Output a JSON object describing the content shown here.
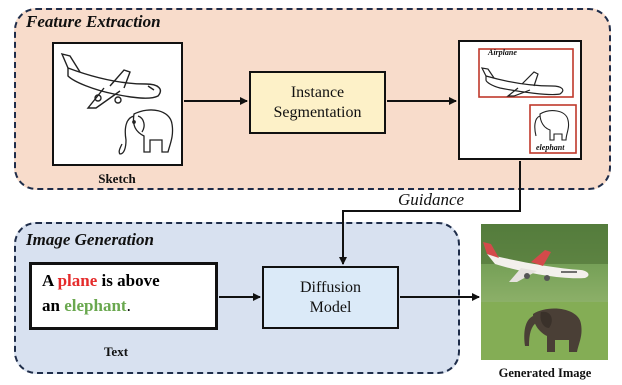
{
  "feature_extraction": {
    "title": "Feature Extraction",
    "sketch_label": "Sketch",
    "segmentation_line1": "Instance",
    "segmentation_line2": "Segmentation",
    "airplane_tag": "Airplane",
    "elephant_tag": "elephant"
  },
  "guidance_label": "Guidance",
  "image_generation": {
    "title": "Image Generation",
    "text_parts": [
      "A ",
      "plane",
      " is above",
      "an ",
      "elephant",
      "."
    ],
    "text_label": "Text",
    "diffusion_line1": "Diffusion",
    "diffusion_line2": "Model",
    "output_label": "Generated Image"
  },
  "colors": {
    "feature_panel": "#f8dccb",
    "generation_panel": "#d8e1f0",
    "segmentation_box": "#fdf1c8",
    "diffusion_box": "#dbeaf8",
    "plane_word": "#e52b2b",
    "elephant_word": "#6aa84f",
    "bbox": "#c0392b"
  }
}
